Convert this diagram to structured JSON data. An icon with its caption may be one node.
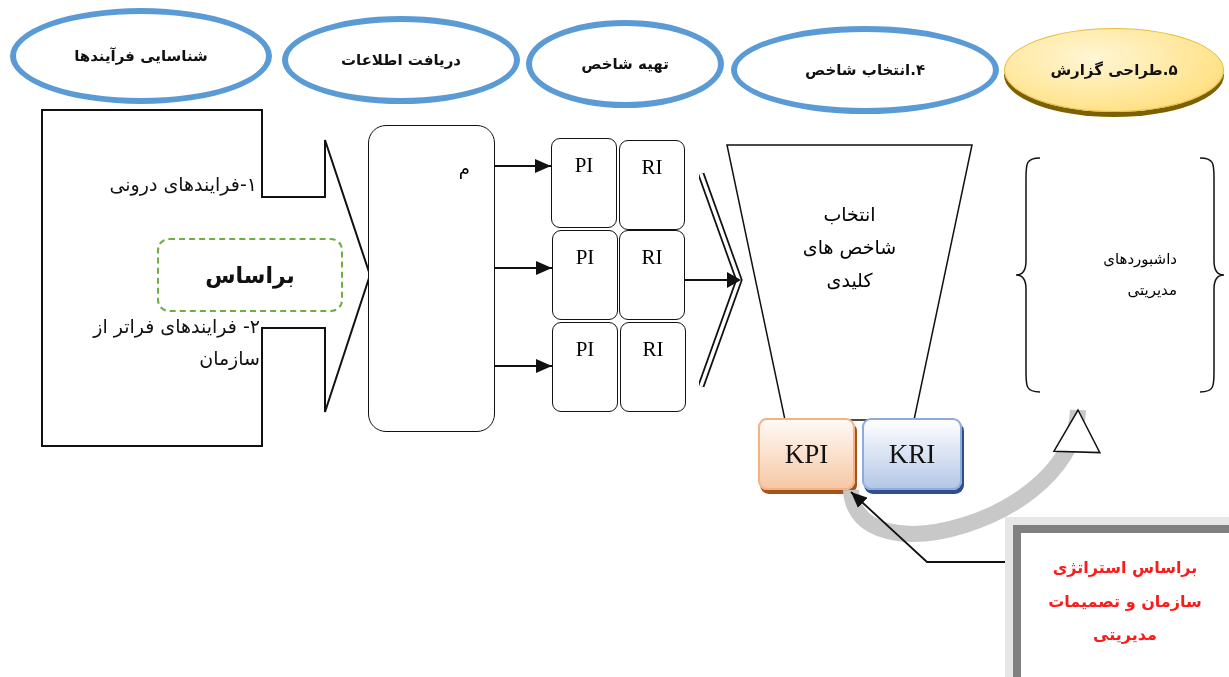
{
  "diagram": {
    "nodes": [
      {
        "text": [
          "شناسایی فرآیندها"
        ]
      },
      {
        "text": [
          "دریافت اطلاعات"
        ]
      },
      {
        "text": [
          "تهیه شاخص"
        ]
      },
      {
        "text": [
          "۴.انتخاب شاخص"
        ]
      },
      {
        "text": [
          "۵.طراحی گزارش"
        ]
      },
      {
        "text": [
          "۱-فرایندهای درونی",
          "۲- فرایندهای فراتر از سازمان"
        ]
      },
      {
        "text": [
          "براساس"
        ],
        "in": 5
      },
      {
        "text": [
          "م"
        ]
      },
      {
        "text": [
          "PI"
        ]
      },
      {
        "text": [
          "RI"
        ]
      },
      {
        "text": [
          "PI"
        ]
      },
      {
        "text": [
          "RI"
        ]
      },
      {
        "text": [
          "PI"
        ]
      },
      {
        "text": [
          "RI"
        ]
      },
      {
        "text": [
          "انتخاب شاخص های کلیدی"
        ]
      },
      {
        "text": [
          "KPI"
        ]
      },
      {
        "text": [
          "KRI"
        ]
      },
      {
        "text": [
          "داشبوردهای مدیریتی"
        ]
      },
      {
        "text": [
          "براساس استراتژی سازمان و تصمیمات مدیریتی"
        ]
      }
    ],
    "edges": [
      {
        "from": 7,
        "to": 8,
        "arrow": "to"
      },
      {
        "from": 7,
        "to": 10,
        "arrow": "to"
      },
      {
        "from": 7,
        "to": 12,
        "arrow": "to"
      },
      {
        "from": 11,
        "to": 14,
        "arrow": "to"
      },
      {
        "from": 15,
        "to": 17,
        "arrow": "to",
        "style": "thick",
        "color": "#c8c8c8"
      },
      {
        "from": 18,
        "to": 15,
        "arrow": "to"
      }
    ]
  }
}
